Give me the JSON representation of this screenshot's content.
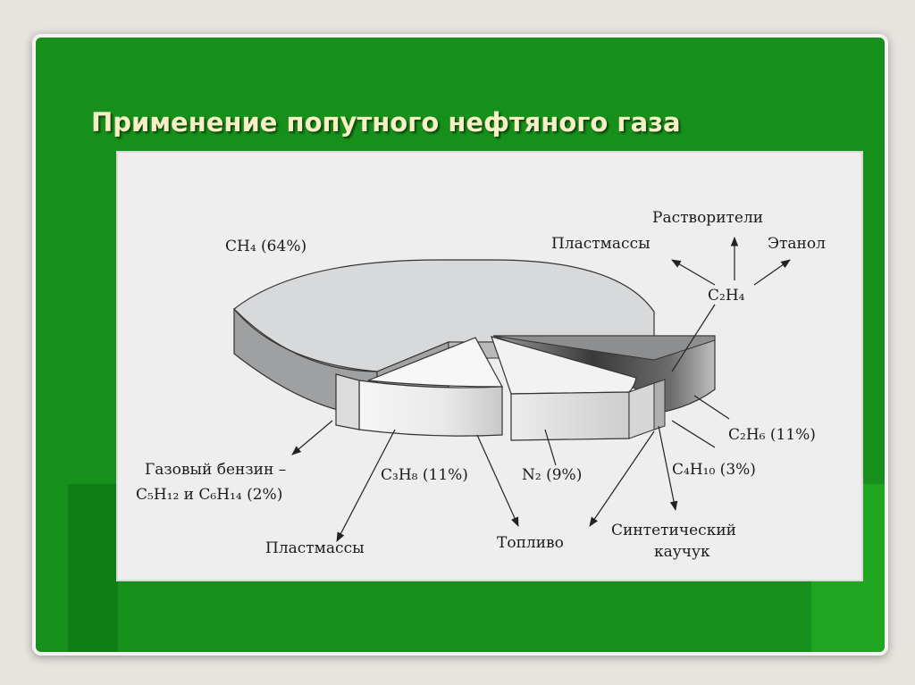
{
  "slide": {
    "title": "Применение попутного нефтяного газа"
  },
  "chart_data": {
    "type": "pie",
    "title": "Применение попутного нефтяного газа",
    "slices": [
      {
        "label": "CH₄ (64%)",
        "formula": "CH4",
        "value": 64
      },
      {
        "label": "C₂H₆ (11%)",
        "formula": "C2H6",
        "value": 11
      },
      {
        "label": "C₄H₁₀ (3%)",
        "formula": "C4H10",
        "value": 3
      },
      {
        "label": "N₂ (9%)",
        "formula": "N2",
        "value": 9
      },
      {
        "label": "C₃H₈ (11%)",
        "formula": "C3H8",
        "value": 11
      },
      {
        "label": "Газовый бензин – C₅H₁₂ и C₆H₁₄ (2%)",
        "formula": "C5H12 + C6H14",
        "value": 2
      }
    ],
    "annotations": {
      "ch4": "CH₄ (64%)",
      "c2h4": "C₂H₄",
      "c2h4_products": [
        "Пластмассы",
        "Растворители",
        "Этанол"
      ],
      "c2h6": "C₂H₆ (11%)",
      "c4h10": "C₄H₁₀ (3%)",
      "n2": "N₂ (9%)",
      "c3h8": "C₃H₈ (11%)",
      "gasoline_line1": "Газовый бензин –",
      "gasoline_line2": "C₅H₁₂ и C₆H₁₄ (2%)",
      "plastics": "Пластмассы",
      "fuel": "Топливо",
      "rubber_line1": "Синтетический",
      "rubber_line2": "каучук"
    }
  }
}
